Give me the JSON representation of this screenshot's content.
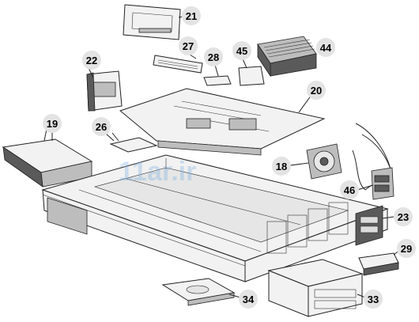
{
  "callouts": [
    {
      "id": "21",
      "label": "21"
    },
    {
      "id": "27",
      "label": "27"
    },
    {
      "id": "28",
      "label": "28"
    },
    {
      "id": "45",
      "label": "45"
    },
    {
      "id": "44",
      "label": "44"
    },
    {
      "id": "22",
      "label": "22"
    },
    {
      "id": "20",
      "label": "20"
    },
    {
      "id": "19",
      "label": "19"
    },
    {
      "id": "26",
      "label": "26"
    },
    {
      "id": "18",
      "label": "18"
    },
    {
      "id": "46",
      "label": "46"
    },
    {
      "id": "23",
      "label": "23"
    },
    {
      "id": "29",
      "label": "29"
    },
    {
      "id": "34",
      "label": "34"
    },
    {
      "id": "33",
      "label": "33"
    }
  ],
  "watermark": "11ar.ir"
}
